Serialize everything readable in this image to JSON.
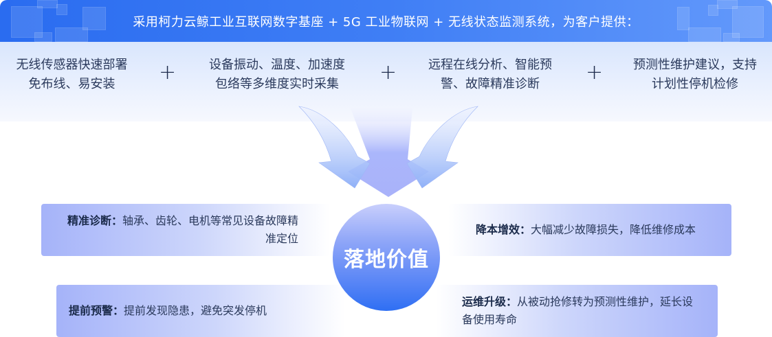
{
  "banner": {
    "title": "采用柯力云鲸工业互联网数字基座 + 5G 工业物联网 + 无线状态监测系统，为客户提供：",
    "colors": {
      "start": "#2a6cf0",
      "end": "#6399fb"
    }
  },
  "features": [
    {
      "line1": "无线传感器快速部署",
      "line2": "免布线、易安装"
    },
    {
      "line1": "设备振动、温度、加速度",
      "line2": "包络等多维度实时采集"
    },
    {
      "line1": "远程在线分析、智能预",
      "line2": "警、故障精准诊断"
    },
    {
      "line1": "预测性维护建议，支持",
      "line2": "计划性停机检修"
    }
  ],
  "plus_symbol": "+",
  "center": {
    "label": "落地价值"
  },
  "values": [
    {
      "title": "精准诊断：",
      "text": "轴承、齿轮、电机等常见设备故障精准定位"
    },
    {
      "title": "降本增效：",
      "text": "大幅减少故障损失，降低维修成本"
    },
    {
      "title": "提前预警：",
      "text": "提前发现隐患，避免突发停机"
    },
    {
      "title": "运维升级：",
      "text": "从被动抢修转为预测性维护，延长设备使用寿命"
    }
  ],
  "colors": {
    "accent": "#2f6ff3",
    "card_gradient": "#a5b3f9",
    "text": "#2b3a5c"
  }
}
